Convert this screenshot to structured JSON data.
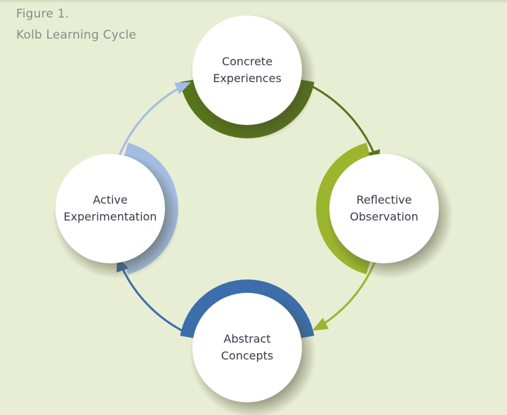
{
  "figure": {
    "number": "Figure 1.",
    "title": "Kolb Learning Cycle"
  },
  "stages": [
    {
      "id": "concrete",
      "line1": "Concrete",
      "line2": "Experiences",
      "color": "#57741a"
    },
    {
      "id": "reflective",
      "line1": "Reflective",
      "line2": "Observation",
      "color": "#9bb52e"
    },
    {
      "id": "abstract",
      "line1": "Abstract",
      "line2": "Concepts",
      "color": "#3b6eaa"
    },
    {
      "id": "active",
      "line1": "Active",
      "line2": "Experimentation",
      "color": "#a3bde2"
    }
  ],
  "colors": {
    "background": "#e8eed4",
    "circle": "#ffffff",
    "title_text": "#8a8a8a",
    "label_text": "#3a3a4a"
  }
}
